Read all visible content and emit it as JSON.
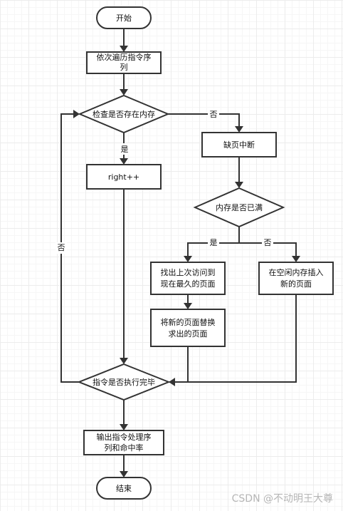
{
  "nodes": {
    "start": "开始",
    "traverse": [
      "依次遍历指令序",
      "列"
    ],
    "check_in_memory": "检查是否存在内存",
    "right": "right++",
    "page_fault": "缺页中断",
    "memory_full": "内存是否已满",
    "find_oldest": [
      "找出上次访问到",
      "现在最久的页面"
    ],
    "replace": [
      "将新的页面替换",
      "求出的页面"
    ],
    "insert_free": [
      "在空闲内存插入",
      "新的页面"
    ],
    "all_done": "指令是否执行完毕",
    "output": [
      "输出指令处理序",
      "列和命中率"
    ],
    "end": "结束"
  },
  "edge_labels": {
    "yes_in_memory": "是",
    "no_in_memory": "否",
    "yes_full": "是",
    "no_full": "否",
    "no_loop": "否"
  },
  "watermark": "CSDN @不动明王大尊",
  "colors": {
    "stroke": "#333333",
    "fill": "#ffffff",
    "grid": "#ececec",
    "watermark": "#b5b5b5"
  }
}
